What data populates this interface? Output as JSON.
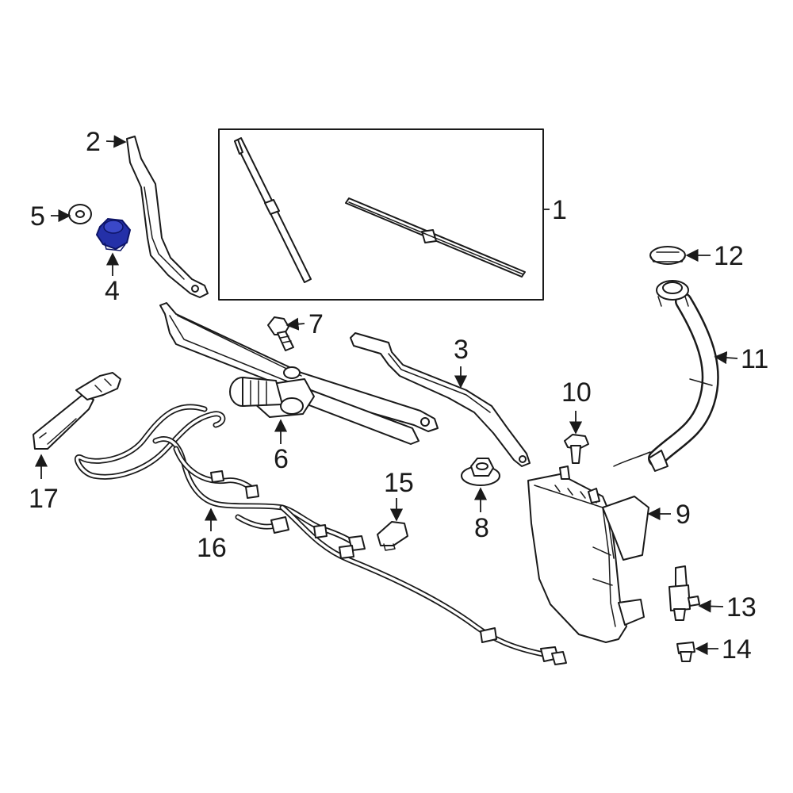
{
  "diagram": {
    "highlight_color": "#2430a8",
    "line_color": "#1a1a1a",
    "highlighted_part": "4",
    "callouts": [
      {
        "id": "c1",
        "label": "1"
      },
      {
        "id": "c2",
        "label": "2"
      },
      {
        "id": "c3",
        "label": "3"
      },
      {
        "id": "c4",
        "label": "4"
      },
      {
        "id": "c5",
        "label": "5"
      },
      {
        "id": "c6",
        "label": "6"
      },
      {
        "id": "c7",
        "label": "7"
      },
      {
        "id": "c8",
        "label": "8"
      },
      {
        "id": "c9",
        "label": "9"
      },
      {
        "id": "c10",
        "label": "10"
      },
      {
        "id": "c11",
        "label": "11"
      },
      {
        "id": "c12",
        "label": "12"
      },
      {
        "id": "c13",
        "label": "13"
      },
      {
        "id": "c14",
        "label": "14"
      },
      {
        "id": "c15",
        "label": "15"
      },
      {
        "id": "c16",
        "label": "16"
      },
      {
        "id": "c17",
        "label": "17"
      }
    ]
  }
}
